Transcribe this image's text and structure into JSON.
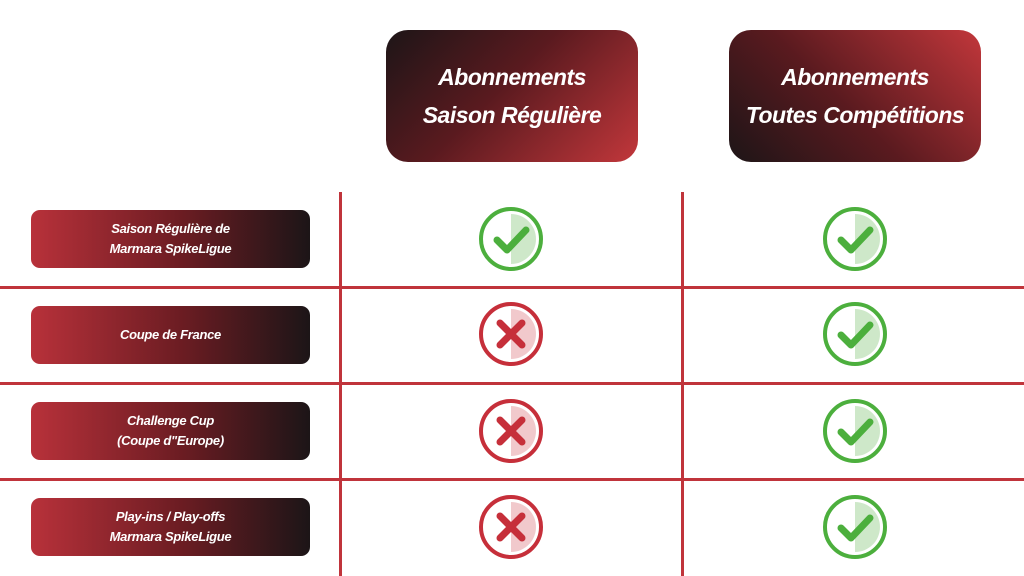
{
  "columns": [
    {
      "line1": "Abonnements",
      "line2": "Saison Régulière"
    },
    {
      "line1": "Abonnements",
      "line2": "Toutes Compétitions"
    }
  ],
  "rows": [
    {
      "line1": "Saison Régulière de",
      "line2": "Marmara SpikeLigue",
      "col_a": "included",
      "col_b": "included"
    },
    {
      "line1": "Coupe de France",
      "line2": "",
      "col_a": "excluded",
      "col_b": "included"
    },
    {
      "line1": "Challenge Cup",
      "line2": "(Coupe d\"Europe)",
      "col_a": "excluded",
      "col_b": "included"
    },
    {
      "line1": "Play-ins / Play-offs",
      "line2": "Marmara SpikeLigue",
      "col_a": "excluded",
      "col_b": "included"
    }
  ],
  "colors": {
    "accent_red": "#c0343b",
    "dark": "#1c1517",
    "check_green": "#4caf3d",
    "cross_red": "#c62f3a"
  },
  "icons": {
    "included": "check-circle-icon",
    "excluded": "cross-circle-icon"
  }
}
